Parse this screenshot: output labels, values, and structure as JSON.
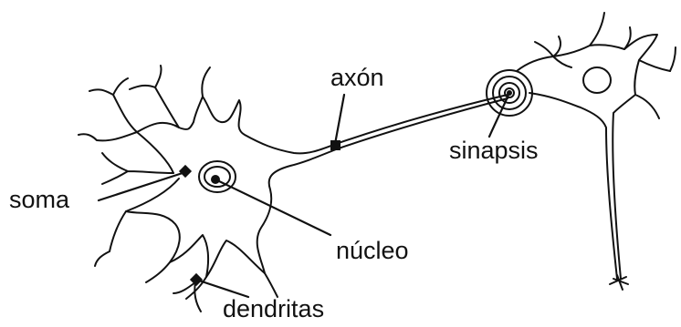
{
  "labels": {
    "axon": "axón",
    "synapse": "sinapsis",
    "soma": "soma",
    "nucleus": "núcleo",
    "dendrites": "dendritas"
  },
  "colors": {
    "ink": "#111111",
    "background": "#ffffff"
  }
}
